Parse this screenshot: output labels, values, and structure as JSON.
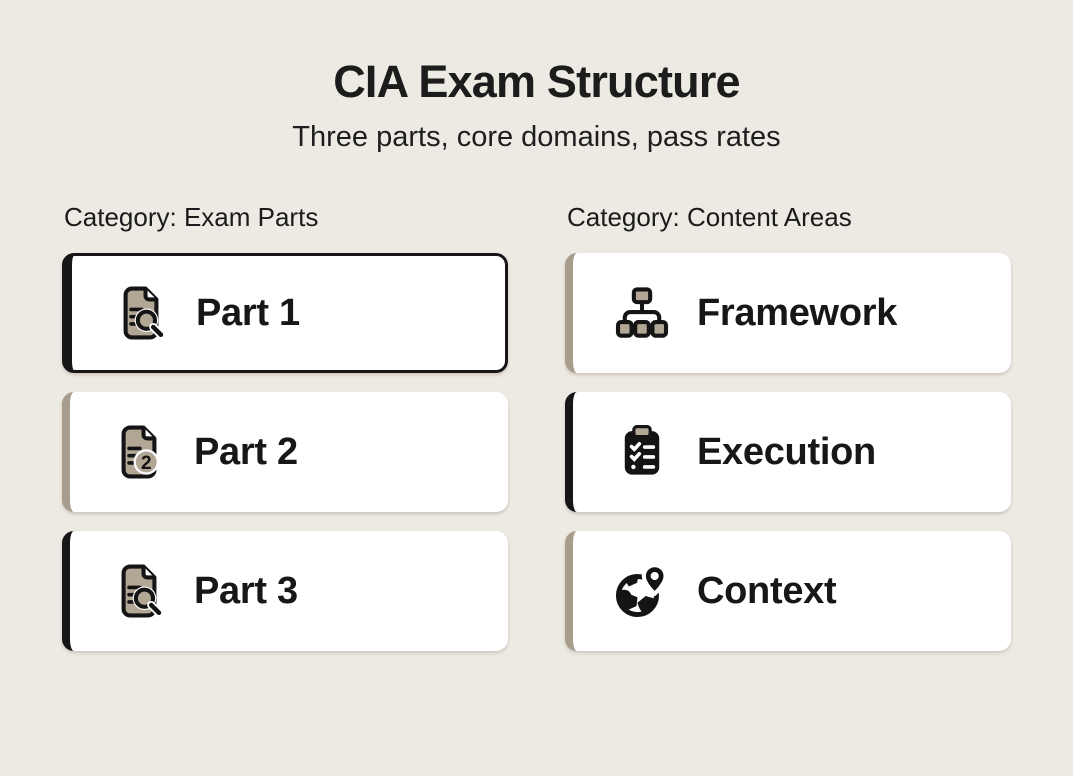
{
  "page": {
    "title": "CIA Exam Structure",
    "subtitle": "Three parts, core domains, pass rates"
  },
  "colors": {
    "background": "#edeae3",
    "card_background": "#ffffff",
    "ink": "#161616",
    "accent_black": "#161616",
    "accent_tan": "#a89d8d",
    "icon_fill_tan": "#b2a795"
  },
  "columns": [
    {
      "category_label": "Category: Exam Parts",
      "items": [
        {
          "label": "Part 1",
          "icon": "document-search-icon",
          "accent": "black",
          "selected": true
        },
        {
          "label": "Part 2",
          "icon": "document-2-badge-icon",
          "accent": "tan",
          "selected": false
        },
        {
          "label": "Part 3",
          "icon": "document-search-icon",
          "accent": "black",
          "selected": false
        }
      ]
    },
    {
      "category_label": "Category: Content Areas",
      "items": [
        {
          "label": "Framework",
          "icon": "sitemap-hierarchy-icon",
          "accent": "tan",
          "selected": false
        },
        {
          "label": "Execution",
          "icon": "clipboard-checklist-icon",
          "accent": "black",
          "selected": false
        },
        {
          "label": "Context",
          "icon": "globe-location-pin-icon",
          "accent": "tan",
          "selected": false
        }
      ]
    }
  ]
}
